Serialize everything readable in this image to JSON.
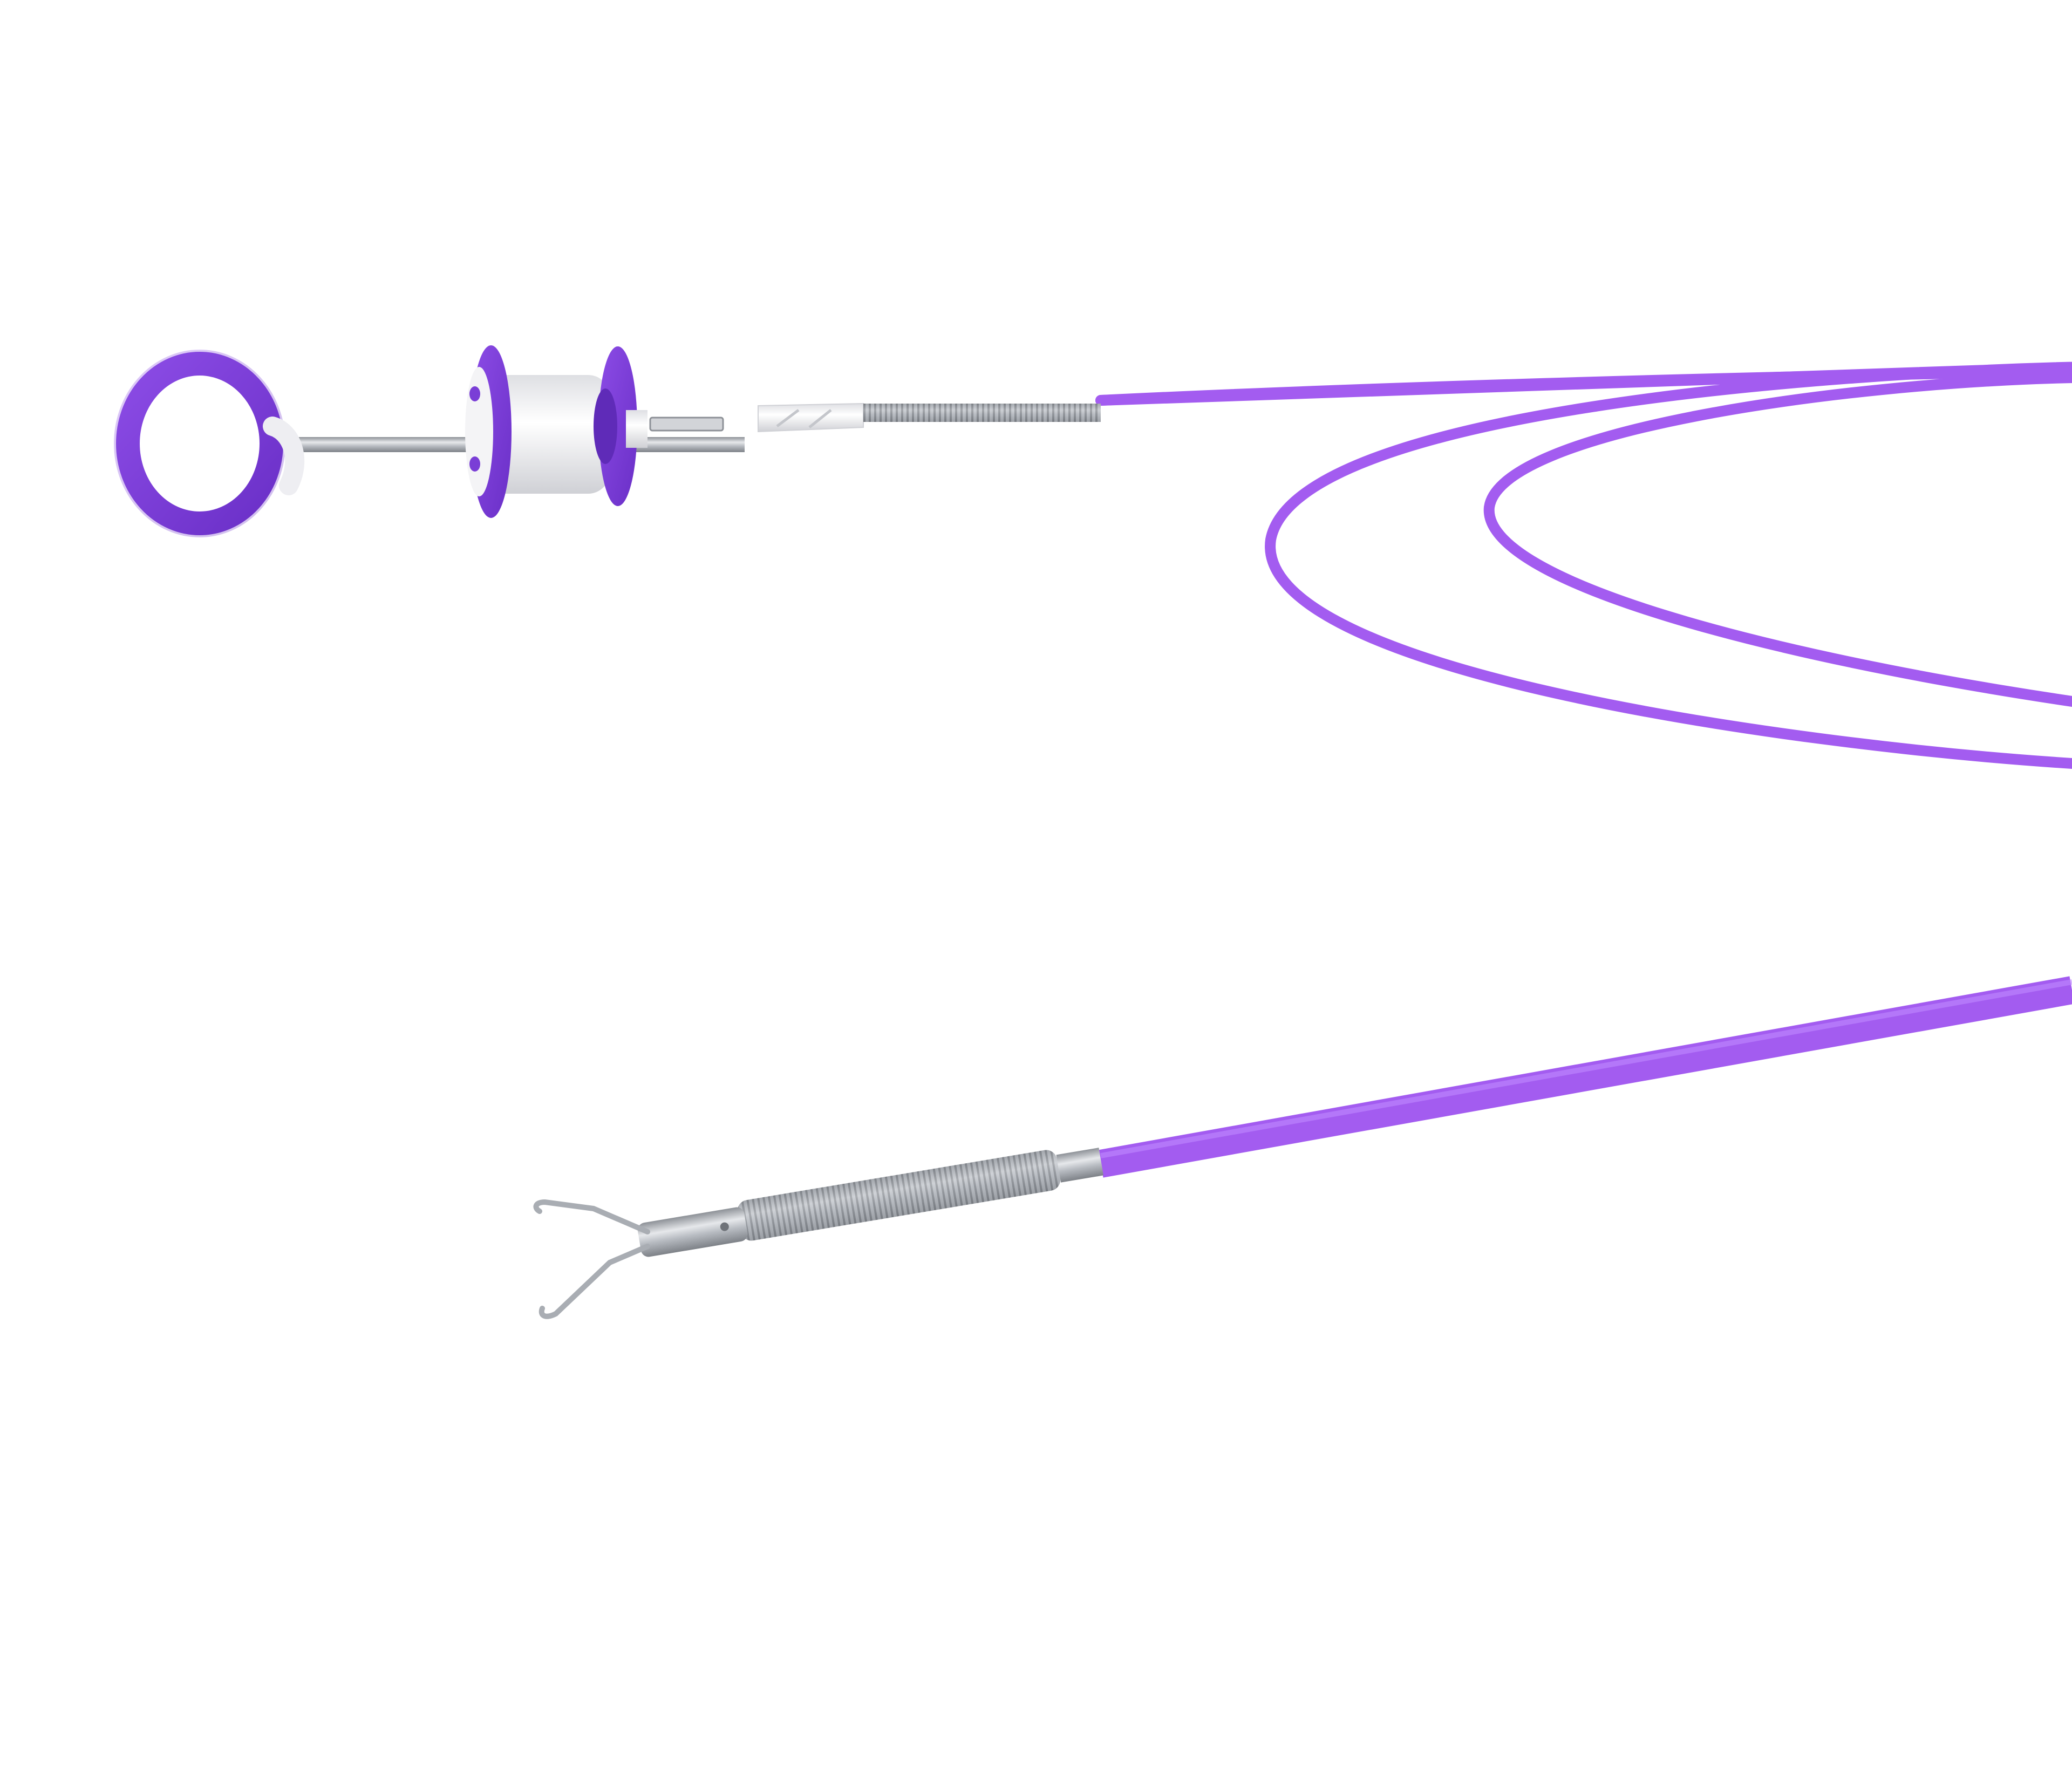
{
  "scene": {
    "subject": "retrieval-forceps-catheter",
    "background_color": "#ffffff",
    "colors": {
      "catheter_purple": "#a35cf0",
      "ring_purple": "#7a3ed6",
      "handle_white": "#f4f4f6",
      "steel": "#b8bcc2",
      "steel_dark": "#8d9197"
    },
    "parts": [
      {
        "name": "finger-ring",
        "icon": "ring-icon"
      },
      {
        "name": "spool-handle",
        "icon": "spool-icon"
      },
      {
        "name": "coiled-sheath",
        "icon": "coil-icon"
      },
      {
        "name": "grasping-jaws",
        "icon": "forceps-icon"
      }
    ]
  }
}
